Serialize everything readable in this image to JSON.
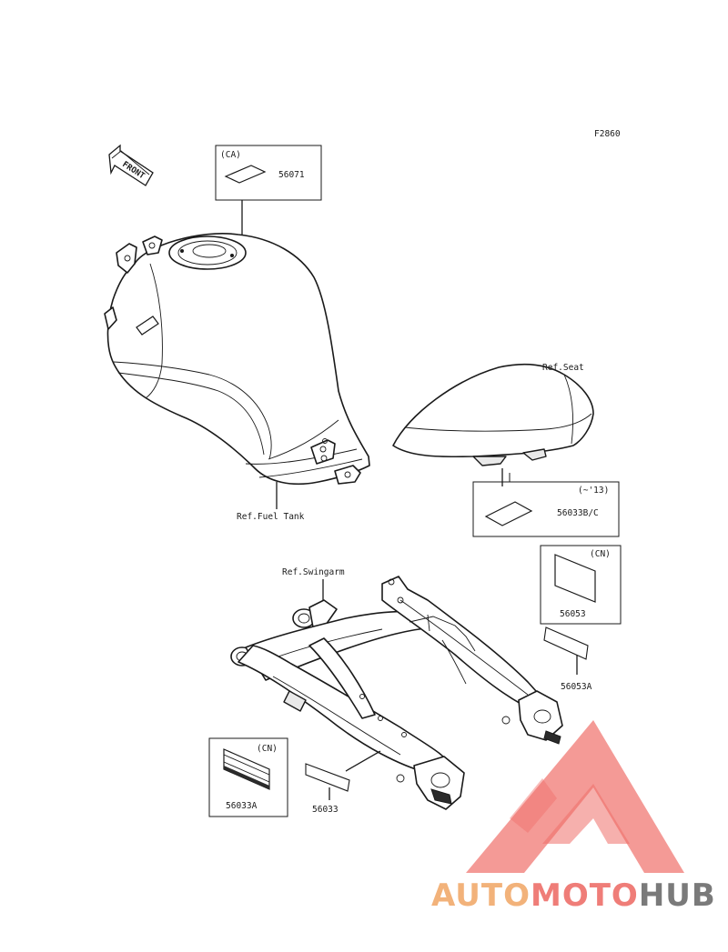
{
  "figure_code": "F2860",
  "front_arrow_label": "FRONT",
  "parts": {
    "fuel_tank_label": {
      "region": "(CA)",
      "part_no": "56071"
    },
    "fuel_tank_ref": "Ref.Fuel Tank",
    "seat_ref": "Ref.Seat",
    "seat_label": {
      "region": "(~'13)",
      "part_no": "56033B/C"
    },
    "swingarm_ref": "Ref.Swingarm",
    "label_56053": {
      "region": "(CN)",
      "part_no": "56053"
    },
    "label_56053A": {
      "part_no": "56053A"
    },
    "label_56033A": {
      "region": "(CN)",
      "part_no": "56033A"
    },
    "label_56033": {
      "part_no": "56033"
    }
  },
  "watermark": {
    "part1": "AUTO",
    "part2": "MOTO",
    "part3": "HUB",
    "colors": {
      "orange": "#f2b27a",
      "red": "#ef7d78",
      "gray": "#7a7a7a",
      "triangle": "#ef6f6a"
    }
  }
}
